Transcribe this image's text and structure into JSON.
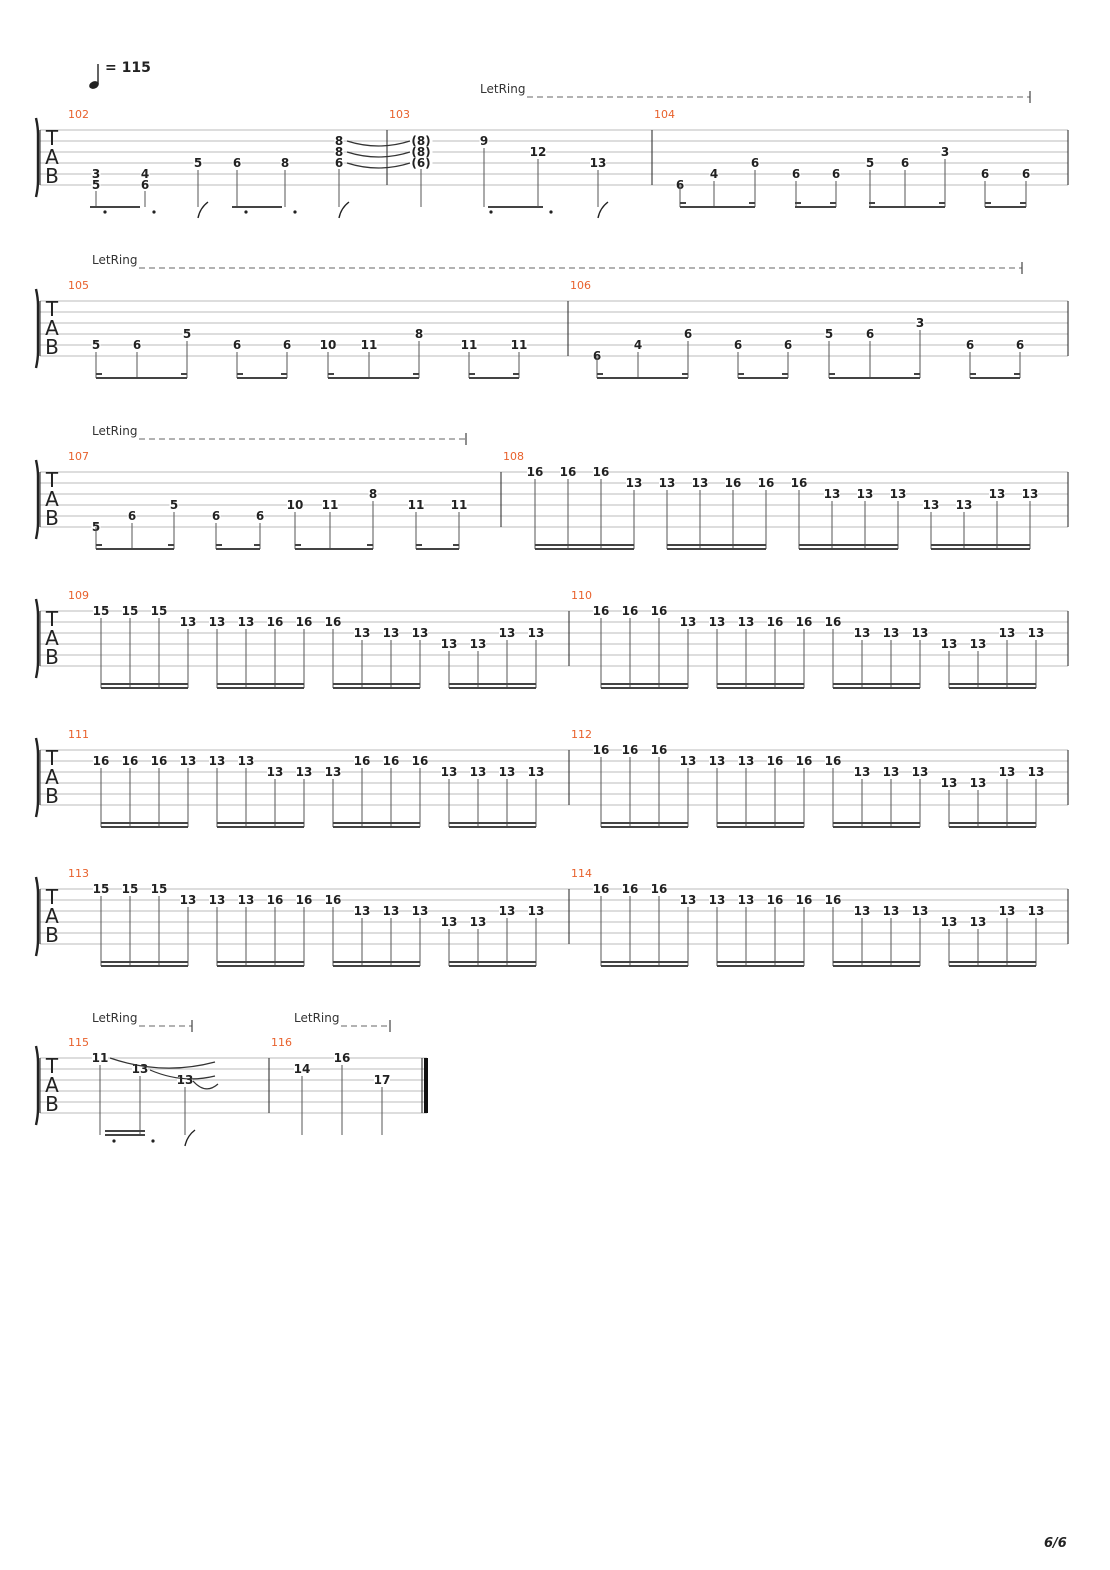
{
  "tempo": {
    "value": "= 115"
  },
  "page_number": "6/6",
  "letring_label": "LetRing",
  "tab_clef": [
    "T",
    "A",
    "B"
  ],
  "systems": [
    {
      "measures": [
        {
          "number": "102",
          "notes": [
            {
              "s": 4,
              "f": "3"
            },
            {
              "s": 5,
              "f": "5"
            },
            {
              "s": 4,
              "f": "4"
            },
            {
              "s": 5,
              "f": "6"
            },
            {
              "s": 3,
              "f": "5"
            },
            {
              "s": 3,
              "f": "6"
            },
            {
              "s": 3,
              "f": "8"
            },
            {
              "s": 1,
              "f": "8"
            },
            {
              "s": 2,
              "f": "8"
            },
            {
              "s": 3,
              "f": "6"
            }
          ]
        },
        {
          "number": "103",
          "notes": [
            {
              "s": 1,
              "f": "(8)"
            },
            {
              "s": 2,
              "f": "(8)"
            },
            {
              "s": 3,
              "f": "(6)"
            },
            {
              "s": 1,
              "f": "9"
            },
            {
              "s": 2,
              "f": "12"
            },
            {
              "s": 3,
              "f": "13"
            }
          ]
        },
        {
          "number": "104",
          "notes": [
            {
              "s": 5,
              "f": "6"
            },
            {
              "s": 4,
              "f": "4"
            },
            {
              "s": 3,
              "f": "6"
            },
            {
              "s": 4,
              "f": "6"
            },
            {
              "s": 4,
              "f": "6"
            },
            {
              "s": 3,
              "f": "5"
            },
            {
              "s": 3,
              "f": "6"
            },
            {
              "s": 2,
              "f": "3"
            },
            {
              "s": 4,
              "f": "6"
            },
            {
              "s": 4,
              "f": "6"
            }
          ]
        }
      ]
    },
    {
      "measures": [
        {
          "number": "105",
          "notes": [
            {
              "s": 4,
              "f": "5"
            },
            {
              "s": 4,
              "f": "6"
            },
            {
              "s": 3,
              "f": "5"
            },
            {
              "s": 4,
              "f": "6"
            },
            {
              "s": 4,
              "f": "6"
            },
            {
              "s": 4,
              "f": "10"
            },
            {
              "s": 4,
              "f": "11"
            },
            {
              "s": 3,
              "f": "8"
            },
            {
              "s": 4,
              "f": "11"
            },
            {
              "s": 4,
              "f": "11"
            }
          ]
        },
        {
          "number": "106",
          "notes": [
            {
              "s": 5,
              "f": "6"
            },
            {
              "s": 4,
              "f": "4"
            },
            {
              "s": 3,
              "f": "6"
            },
            {
              "s": 4,
              "f": "6"
            },
            {
              "s": 4,
              "f": "6"
            },
            {
              "s": 3,
              "f": "5"
            },
            {
              "s": 3,
              "f": "6"
            },
            {
              "s": 2,
              "f": "3"
            },
            {
              "s": 4,
              "f": "6"
            },
            {
              "s": 4,
              "f": "6"
            }
          ]
        }
      ]
    },
    {
      "measures": [
        {
          "number": "107",
          "notes": [
            {
              "s": 5,
              "f": "5"
            },
            {
              "s": 4,
              "f": "6"
            },
            {
              "s": 3,
              "f": "5"
            },
            {
              "s": 4,
              "f": "6"
            },
            {
              "s": 4,
              "f": "6"
            },
            {
              "s": 3,
              "f": "10"
            },
            {
              "s": 3,
              "f": "11"
            },
            {
              "s": 2,
              "f": "8"
            },
            {
              "s": 3,
              "f": "11"
            },
            {
              "s": 3,
              "f": "11"
            }
          ]
        },
        {
          "number": "108",
          "notes": [
            {
              "s": 0,
              "f": "16"
            },
            {
              "s": 0,
              "f": "16"
            },
            {
              "s": 0,
              "f": "16"
            },
            {
              "s": 1,
              "f": "13"
            },
            {
              "s": 1,
              "f": "13"
            },
            {
              "s": 1,
              "f": "13"
            },
            {
              "s": 1,
              "f": "16"
            },
            {
              "s": 1,
              "f": "16"
            },
            {
              "s": 1,
              "f": "16"
            },
            {
              "s": 2,
              "f": "13"
            },
            {
              "s": 2,
              "f": "13"
            },
            {
              "s": 2,
              "f": "13"
            },
            {
              "s": 3,
              "f": "13"
            },
            {
              "s": 3,
              "f": "13"
            },
            {
              "s": 2,
              "f": "13"
            },
            {
              "s": 2,
              "f": "13"
            }
          ]
        }
      ]
    },
    {
      "measures": [
        {
          "number": "109",
          "notes": [
            {
              "s": 0,
              "f": "15"
            },
            {
              "s": 0,
              "f": "15"
            },
            {
              "s": 0,
              "f": "15"
            },
            {
              "s": 1,
              "f": "13"
            },
            {
              "s": 1,
              "f": "13"
            },
            {
              "s": 1,
              "f": "13"
            },
            {
              "s": 1,
              "f": "16"
            },
            {
              "s": 1,
              "f": "16"
            },
            {
              "s": 1,
              "f": "16"
            },
            {
              "s": 2,
              "f": "13"
            },
            {
              "s": 2,
              "f": "13"
            },
            {
              "s": 2,
              "f": "13"
            },
            {
              "s": 3,
              "f": "13"
            },
            {
              "s": 3,
              "f": "13"
            },
            {
              "s": 2,
              "f": "13"
            },
            {
              "s": 2,
              "f": "13"
            }
          ]
        },
        {
          "number": "110",
          "notes": [
            {
              "s": 0,
              "f": "16"
            },
            {
              "s": 0,
              "f": "16"
            },
            {
              "s": 0,
              "f": "16"
            },
            {
              "s": 1,
              "f": "13"
            },
            {
              "s": 1,
              "f": "13"
            },
            {
              "s": 1,
              "f": "13"
            },
            {
              "s": 1,
              "f": "16"
            },
            {
              "s": 1,
              "f": "16"
            },
            {
              "s": 1,
              "f": "16"
            },
            {
              "s": 2,
              "f": "13"
            },
            {
              "s": 2,
              "f": "13"
            },
            {
              "s": 2,
              "f": "13"
            },
            {
              "s": 3,
              "f": "13"
            },
            {
              "s": 3,
              "f": "13"
            },
            {
              "s": 2,
              "f": "13"
            },
            {
              "s": 2,
              "f": "13"
            }
          ]
        }
      ]
    },
    {
      "measures": [
        {
          "number": "111",
          "notes": [
            {
              "s": 1,
              "f": "16"
            },
            {
              "s": 1,
              "f": "16"
            },
            {
              "s": 1,
              "f": "16"
            },
            {
              "s": 1,
              "f": "13"
            },
            {
              "s": 1,
              "f": "13"
            },
            {
              "s": 1,
              "f": "13"
            },
            {
              "s": 2,
              "f": "13"
            },
            {
              "s": 2,
              "f": "13"
            },
            {
              "s": 2,
              "f": "13"
            },
            {
              "s": 1,
              "f": "16"
            },
            {
              "s": 1,
              "f": "16"
            },
            {
              "s": 1,
              "f": "16"
            },
            {
              "s": 2,
              "f": "13"
            },
            {
              "s": 2,
              "f": "13"
            },
            {
              "s": 2,
              "f": "13"
            },
            {
              "s": 2,
              "f": "13"
            }
          ]
        },
        {
          "number": "112",
          "notes": [
            {
              "s": 0,
              "f": "16"
            },
            {
              "s": 0,
              "f": "16"
            },
            {
              "s": 0,
              "f": "16"
            },
            {
              "s": 1,
              "f": "13"
            },
            {
              "s": 1,
              "f": "13"
            },
            {
              "s": 1,
              "f": "13"
            },
            {
              "s": 1,
              "f": "16"
            },
            {
              "s": 1,
              "f": "16"
            },
            {
              "s": 1,
              "f": "16"
            },
            {
              "s": 2,
              "f": "13"
            },
            {
              "s": 2,
              "f": "13"
            },
            {
              "s": 2,
              "f": "13"
            },
            {
              "s": 3,
              "f": "13"
            },
            {
              "s": 3,
              "f": "13"
            },
            {
              "s": 2,
              "f": "13"
            },
            {
              "s": 2,
              "f": "13"
            }
          ]
        }
      ]
    },
    {
      "measures": [
        {
          "number": "113",
          "notes": [
            {
              "s": 0,
              "f": "15"
            },
            {
              "s": 0,
              "f": "15"
            },
            {
              "s": 0,
              "f": "15"
            },
            {
              "s": 1,
              "f": "13"
            },
            {
              "s": 1,
              "f": "13"
            },
            {
              "s": 1,
              "f": "13"
            },
            {
              "s": 1,
              "f": "16"
            },
            {
              "s": 1,
              "f": "16"
            },
            {
              "s": 1,
              "f": "16"
            },
            {
              "s": 2,
              "f": "13"
            },
            {
              "s": 2,
              "f": "13"
            },
            {
              "s": 2,
              "f": "13"
            },
            {
              "s": 3,
              "f": "13"
            },
            {
              "s": 3,
              "f": "13"
            },
            {
              "s": 2,
              "f": "13"
            },
            {
              "s": 2,
              "f": "13"
            }
          ]
        },
        {
          "number": "114",
          "notes": [
            {
              "s": 0,
              "f": "16"
            },
            {
              "s": 0,
              "f": "16"
            },
            {
              "s": 0,
              "f": "16"
            },
            {
              "s": 1,
              "f": "13"
            },
            {
              "s": 1,
              "f": "13"
            },
            {
              "s": 1,
              "f": "13"
            },
            {
              "s": 1,
              "f": "16"
            },
            {
              "s": 1,
              "f": "16"
            },
            {
              "s": 1,
              "f": "16"
            },
            {
              "s": 2,
              "f": "13"
            },
            {
              "s": 2,
              "f": "13"
            },
            {
              "s": 2,
              "f": "13"
            },
            {
              "s": 3,
              "f": "13"
            },
            {
              "s": 3,
              "f": "13"
            },
            {
              "s": 2,
              "f": "13"
            },
            {
              "s": 2,
              "f": "13"
            }
          ]
        }
      ]
    },
    {
      "measures": [
        {
          "number": "115",
          "notes": [
            {
              "s": 0,
              "f": "11"
            },
            {
              "s": 1,
              "f": "13"
            },
            {
              "s": 2,
              "f": "13"
            }
          ]
        },
        {
          "number": "116",
          "notes": [
            {
              "s": 1,
              "f": "14"
            },
            {
              "s": 0,
              "f": "16"
            },
            {
              "s": 2,
              "f": "17"
            }
          ]
        }
      ]
    }
  ]
}
